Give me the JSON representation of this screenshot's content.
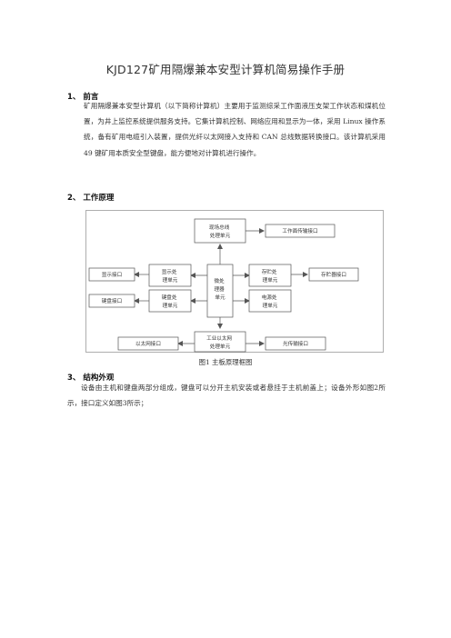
{
  "doc": {
    "title": "KJD127矿用隔爆兼本安型计算机简易操作手册"
  },
  "sections": [
    {
      "heading": "1、 前言",
      "paragraph": "矿用隔爆兼本安型计算机（以下简称计算机）主要用于监测综采工作面液压支架工作状态和煤机位置，为井上监控系统提供服务支持。它集计算机控制、网络应用和显示为一体，采用 Linux 操作系统，备有矿用电缆引入装置，提供光纤以太网接入支持和 CAN 总线数据转换接口。该计算机采用 49 键矿用本质安全型键盘，能方便地对计算机进行操作。"
    },
    {
      "heading": "2、 工作原理"
    },
    {
      "heading": "3、 结构外观",
      "paragraph": "设备由主机和键盘两部分组成，键盘可以分开主机安装或者悬挂于主机前盖上；设备外形如图2所示，接口定义如图3所示；"
    }
  ],
  "diagram": {
    "caption": "图1  主板原理框图",
    "blocks": {
      "field_bus": [
        "现场总线",
        "处理单元"
      ],
      "work_face": [
        "工作面传输接口"
      ],
      "display_unit": [
        "显示处",
        "理单元"
      ],
      "display_port": [
        "显示接口"
      ],
      "keyboard_unit": [
        "键盘处",
        "理单元"
      ],
      "keyboard_port": [
        "键盘接口"
      ],
      "cpu": [
        "微处",
        "理器",
        "单元"
      ],
      "storage_unit": [
        "存贮处",
        "理单元"
      ],
      "storage_port": [
        "存贮器接口"
      ],
      "power_unit": [
        "电源处",
        "理单元"
      ],
      "ethernet_unit": [
        "工业以太网",
        "处理单元"
      ],
      "ethernet_port": [
        "以太网接口"
      ],
      "fiber_port": [
        "光传输接口"
      ]
    }
  }
}
